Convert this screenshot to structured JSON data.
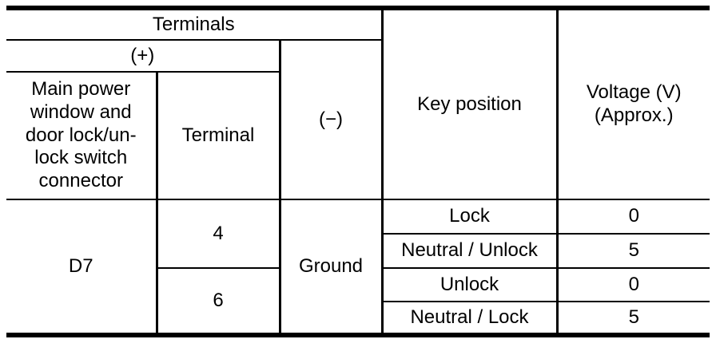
{
  "colors": {
    "background": "#ffffff",
    "border": "#000000",
    "text": "#000000"
  },
  "table": {
    "headers": {
      "terminals": "Terminals",
      "plus": "(+)",
      "minus": "(−)",
      "connector": "Main power\nwindow and\ndoor lock/un-\nlock switch\nconnector",
      "terminal": "Terminal",
      "key_position": "Key position",
      "voltage": "Voltage (V)\n(Approx.)"
    },
    "body": {
      "connector_value": "D7",
      "ground": "Ground",
      "terminal_groups": [
        {
          "terminal": "4",
          "readings": [
            {
              "key_position": "Lock",
              "voltage": "0"
            },
            {
              "key_position": "Neutral / Unlock",
              "voltage": "5"
            }
          ]
        },
        {
          "terminal": "6",
          "readings": [
            {
              "key_position": "Unlock",
              "voltage": "0"
            },
            {
              "key_position": "Neutral / Lock",
              "voltage": "5"
            }
          ]
        }
      ]
    }
  }
}
